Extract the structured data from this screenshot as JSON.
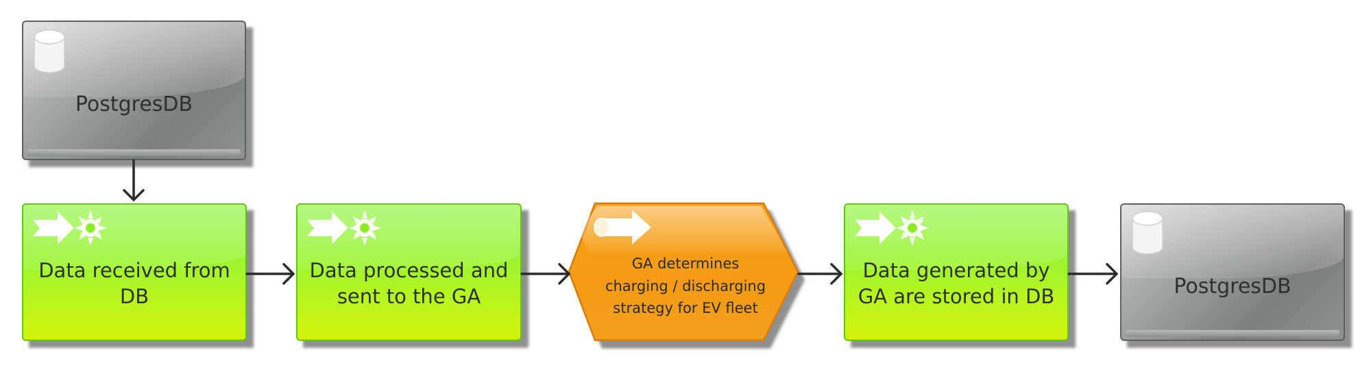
{
  "nodes": {
    "db_source": {
      "label": "PostgresDB",
      "icon": "database-icon"
    },
    "step1": {
      "label": "Data received from\nDB",
      "icon": "process-start-icon"
    },
    "step2": {
      "label": "Data processed and\nsent to the GA",
      "icon": "process-start-icon"
    },
    "event": {
      "label": "GA determines\ncharging / discharging\nstrategy for EV fleet",
      "icon": "event-icon"
    },
    "step3": {
      "label": "Data generated by\nGA are stored in DB",
      "icon": "process-start-icon"
    },
    "db_target": {
      "label": "PostgresDB",
      "icon": "database-icon"
    }
  },
  "edges": [
    {
      "from": "db_source",
      "to": "step1"
    },
    {
      "from": "step1",
      "to": "step2"
    },
    {
      "from": "step2",
      "to": "event"
    },
    {
      "from": "event",
      "to": "step3"
    },
    {
      "from": "step3",
      "to": "db_target"
    }
  ],
  "colors": {
    "function_fill": "#9af530",
    "event_fill": "#f7a21c",
    "database_fill": "#9fa3a1",
    "arrow": "#2b2b2b"
  }
}
